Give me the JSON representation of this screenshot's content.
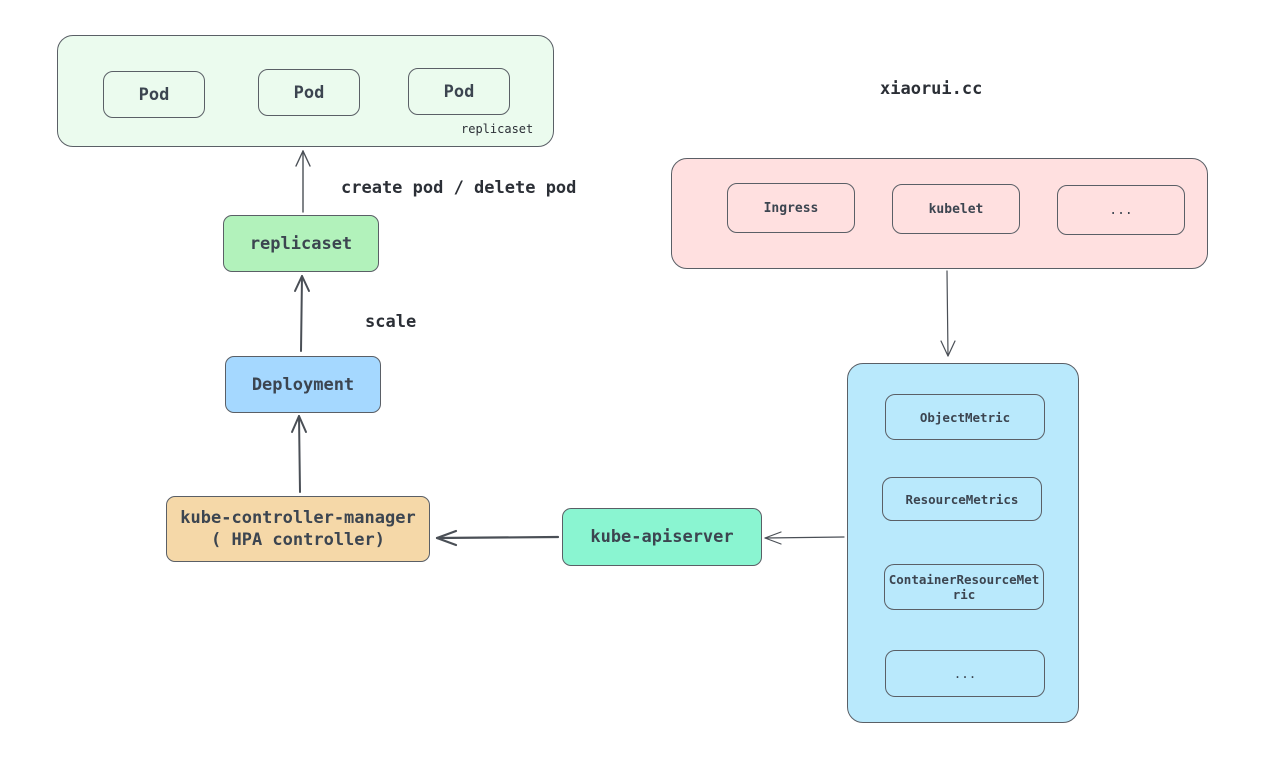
{
  "replicaset_group": {
    "pods": [
      "Pod",
      "Pod",
      "Pod"
    ],
    "label": "replicaset"
  },
  "edge_labels": {
    "create_delete": "create pod / delete pod",
    "scale": "scale"
  },
  "site_label": "xiaorui.cc",
  "nodes": {
    "replicaset": "replicaset",
    "deployment": "Deployment",
    "kcm_line1": "kube-controller-manager",
    "kcm_line2": "( HPA controller)",
    "apiserver": "kube-apiserver"
  },
  "sources": [
    "Ingress",
    "kubelet",
    "..."
  ],
  "metrics": {
    "object": "ObjectMetric",
    "resource": "ResourceMetrics",
    "container_line1": "ContainerResourceMet",
    "container_line2": "ric",
    "more": "..."
  },
  "colors": {
    "replicaset_group": "#ebfbee",
    "replicaset_node": "#b2f2bb",
    "deployment_node": "#a5d8ff",
    "kcm_node": "#f5d8a8",
    "apiserver_node": "#8af5d1",
    "source_group": "#ffe0e0",
    "metrics_group": "#b9e9fc"
  }
}
